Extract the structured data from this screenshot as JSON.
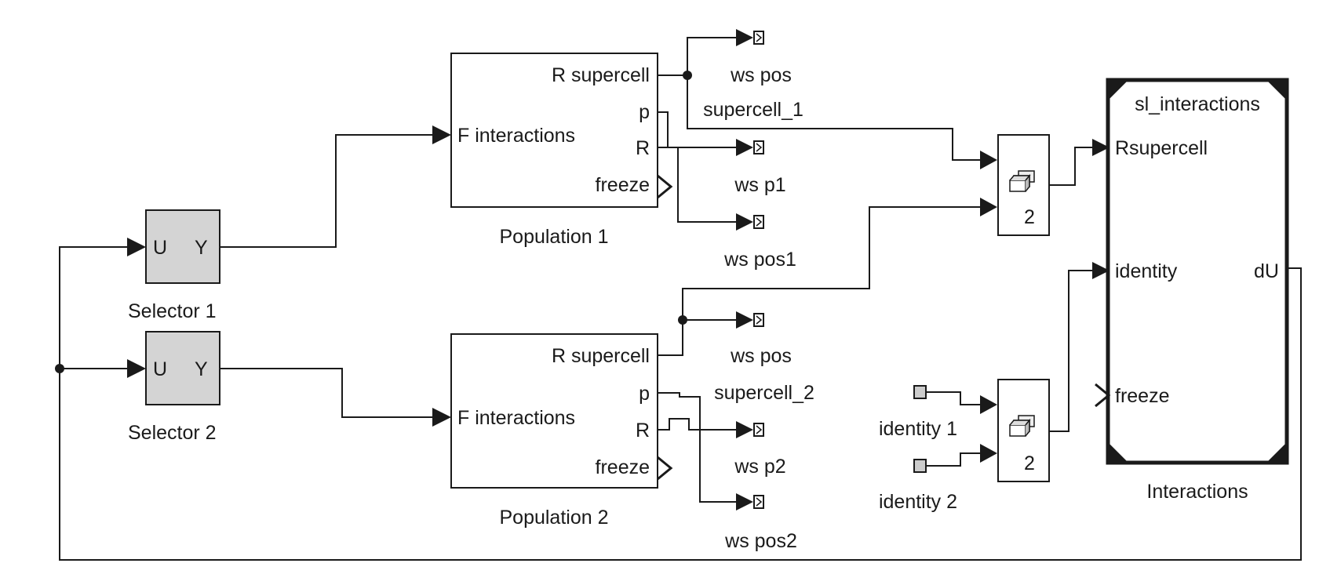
{
  "colors": {
    "line": "#1a1a1a",
    "selector_fill": "#d4d4d4",
    "background": "#ffffff"
  },
  "selector1": {
    "in": "U",
    "out": "Y",
    "name": "Selector 1"
  },
  "selector2": {
    "in": "U",
    "out": "Y",
    "name": "Selector 2"
  },
  "population1": {
    "name": "Population 1",
    "in_f": "F interactions",
    "out_rsupercell": "R supercell",
    "out_p": "p",
    "out_r": "R",
    "in_freeze": "freeze"
  },
  "population2": {
    "name": "Population 2",
    "in_f": "F interactions",
    "out_rsupercell": "R supercell",
    "out_p": "p",
    "out_r": "R",
    "in_freeze": "freeze"
  },
  "workspace": {
    "ws_pos_1": "ws pos",
    "ws_p1": "ws p1",
    "ws_pos1": "ws pos1",
    "ws_pos_2": "ws pos",
    "ws_p2": "ws p2",
    "ws_pos2": "ws pos2"
  },
  "signals": {
    "supercell_1": "supercell_1",
    "supercell_2": "supercell_2"
  },
  "mux1": {
    "count": "2"
  },
  "mux2": {
    "count": "2"
  },
  "constants": {
    "identity1": "identity 1",
    "identity2": "identity 2"
  },
  "interactions": {
    "name": "Interactions",
    "title": "sl_interactions",
    "in_rsupercell": "Rsupercell",
    "in_identity": "identity",
    "in_freeze": "freeze",
    "out_du": "dU"
  },
  "icons": {
    "mux": "concatenate-cubes-icon",
    "to_workspace": "to-workspace-icon",
    "constant": "constant-icon",
    "freeze_port": "trigger-chevron-icon",
    "arrow": "arrowhead-icon"
  }
}
